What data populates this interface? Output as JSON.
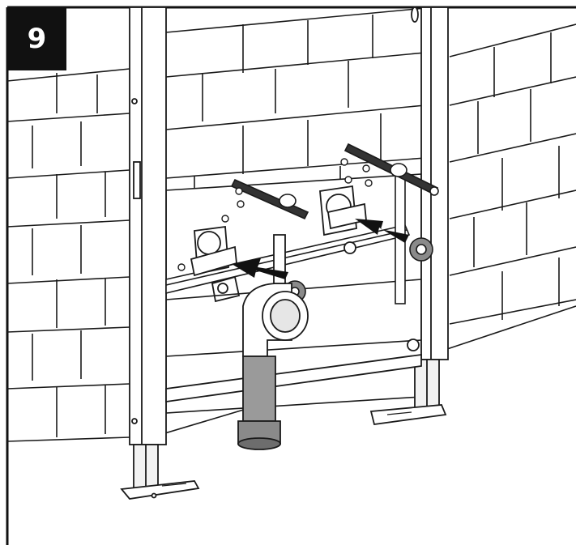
{
  "step": {
    "number": "9"
  },
  "colors": {
    "line": "#1a1a1a",
    "frame_fill": "#ffffff",
    "wall_fill": "#ffffff",
    "shadow_gray": "#c8c8c8",
    "pipe_gray": "#8a8a8a",
    "arrow_fill": "#111111"
  },
  "icons": [
    "install-frame-illustration",
    "arrow-icon",
    "drain-pipe",
    "water-connection-elbow",
    "stop-valve-cap"
  ]
}
